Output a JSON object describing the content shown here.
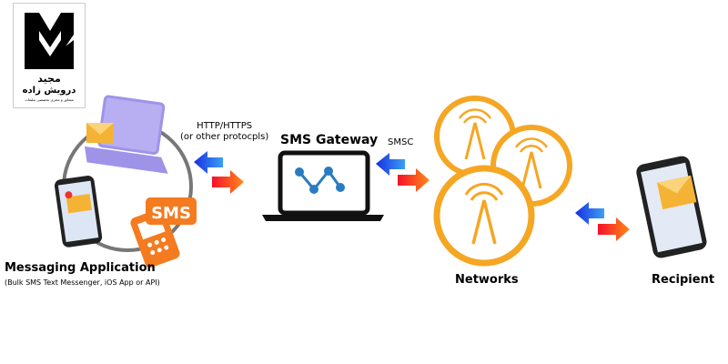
{
  "logo": {
    "text_line1": "مجید",
    "text_line2": "درویش زاده",
    "tagline": "مشاور و مجری تخصصی تبلیغات"
  },
  "labels": {
    "protocol_line1": "HTTP/HTTPS",
    "protocol_line2": "(or other protocpls)",
    "gateway": "SMS Gateway",
    "smsc": "SMSC",
    "app_title": "Messaging Application",
    "app_subtitle": "(Bulk SMS Text Messenger, iOS App or API)",
    "networks": "Networks",
    "recipient": "Recipient",
    "sms_bubble": "SMS"
  },
  "colors": {
    "orange": "#f5a623",
    "sms_orange": "#f47b20",
    "blue_arrow": "#1a3ee8",
    "red_arrow": "#f02a1a",
    "gateway_blue": "#2a7bc0",
    "laptop_purple": "#9f93e8"
  }
}
